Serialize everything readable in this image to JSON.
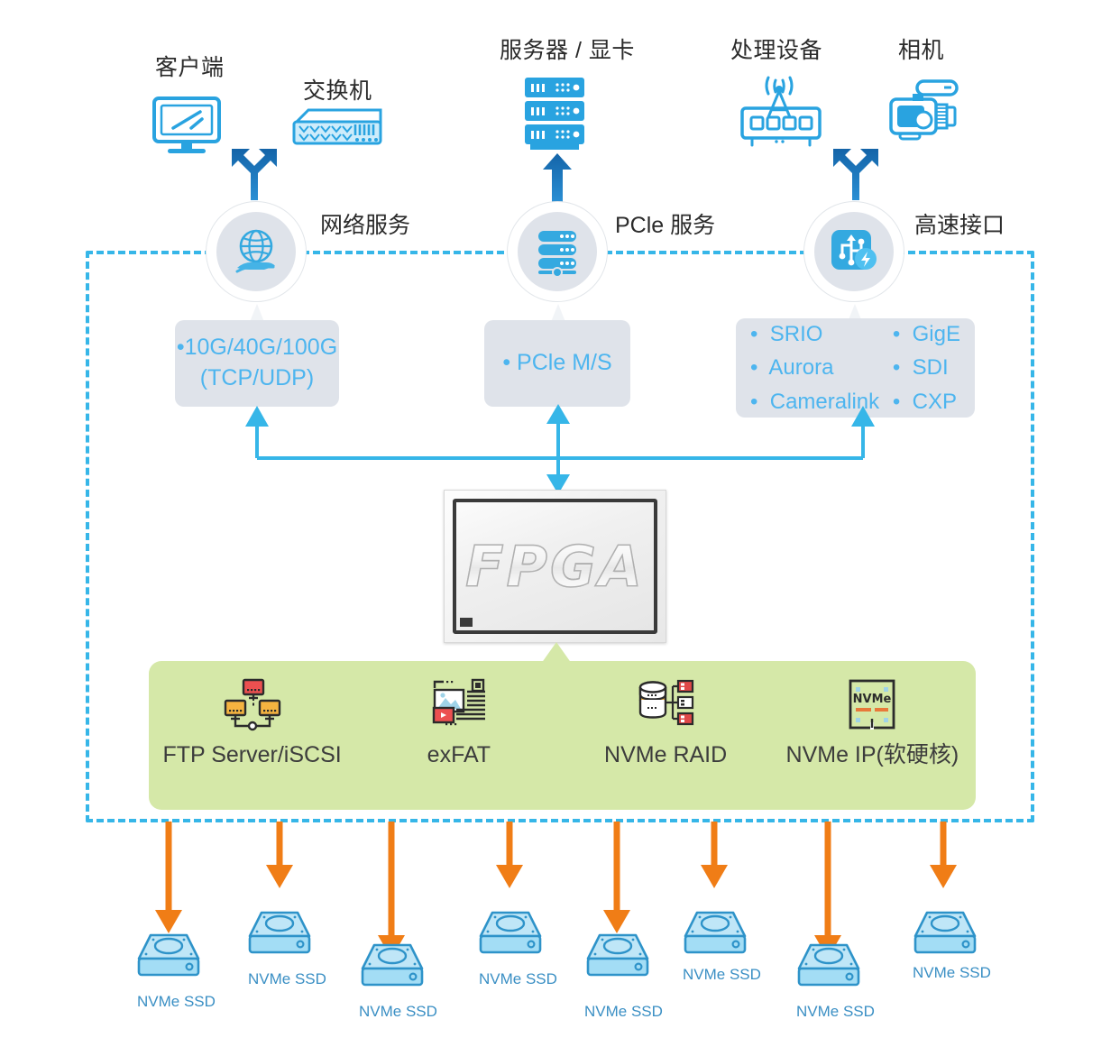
{
  "diagram": {
    "title_devices": [
      {
        "id": "client",
        "label": "客户端",
        "icon": "monitor-icon"
      },
      {
        "id": "switch",
        "label": "交换机",
        "icon": "network-switch-icon"
      },
      {
        "id": "server",
        "label": "服务器 / 显卡",
        "icon": "server-rack-icon"
      },
      {
        "id": "processing",
        "label": "处理设备",
        "icon": "antenna-device-icon"
      },
      {
        "id": "camera",
        "label": "相机",
        "icon": "video-camera-icon"
      }
    ],
    "services": [
      {
        "id": "network",
        "label": "网络服务",
        "icon": "globe-hand-icon"
      },
      {
        "id": "pcie",
        "label": "PCle 服务",
        "icon": "server-stack-icon"
      },
      {
        "id": "highspeed",
        "label": "高速接口",
        "icon": "usb-bolt-icon"
      }
    ],
    "protocol_boxes": [
      {
        "id": "network-protocols",
        "lines": [
          "•10G/40G/100G",
          "(TCP/UDP)"
        ]
      },
      {
        "id": "pcie-protocols",
        "lines": [
          "•  PCle M/S"
        ]
      },
      {
        "id": "highspeed-protocols",
        "col_left": [
          "SRIO",
          "Aurora",
          "Cameralink"
        ],
        "col_right": [
          "GigE",
          "SDI",
          "CXP"
        ]
      }
    ],
    "fpga": {
      "label": "FPGA"
    },
    "features": [
      {
        "id": "ftp",
        "label": "FTP Server/iSCSI",
        "icon": "network-computers-icon"
      },
      {
        "id": "exfat",
        "label": "exFAT",
        "icon": "media-document-icon"
      },
      {
        "id": "nvme-raid",
        "label": "NVMe RAID",
        "icon": "database-raid-icon"
      },
      {
        "id": "nvme-ip",
        "label": "NVMe IP(软硬核)",
        "icon": "nvme-chip-icon"
      }
    ],
    "storage": {
      "label": "NVMe SSD",
      "count": 8,
      "items": [
        {
          "label": "NVMe SSD"
        },
        {
          "label": "NVMe SSD"
        },
        {
          "label": "NVMe SSD"
        },
        {
          "label": "NVMe SSD"
        },
        {
          "label": "NVMe SSD"
        },
        {
          "label": "NVMe SSD"
        },
        {
          "label": "NVMe SSD"
        },
        {
          "label": "NVMe SSD"
        }
      ]
    },
    "colors": {
      "accent_blue": "#36b6e8",
      "icon_blue": "#29a3e0",
      "protocol_text": "#4db5ef",
      "protocol_box_bg": "#dfe3ea",
      "green_band": "#d5e8a8",
      "arrow_orange": "#f07d16",
      "ssd_fill": "#a9ddf5",
      "ssd_stroke": "#2e93c9",
      "label_dark": "#2b2b2b"
    }
  }
}
